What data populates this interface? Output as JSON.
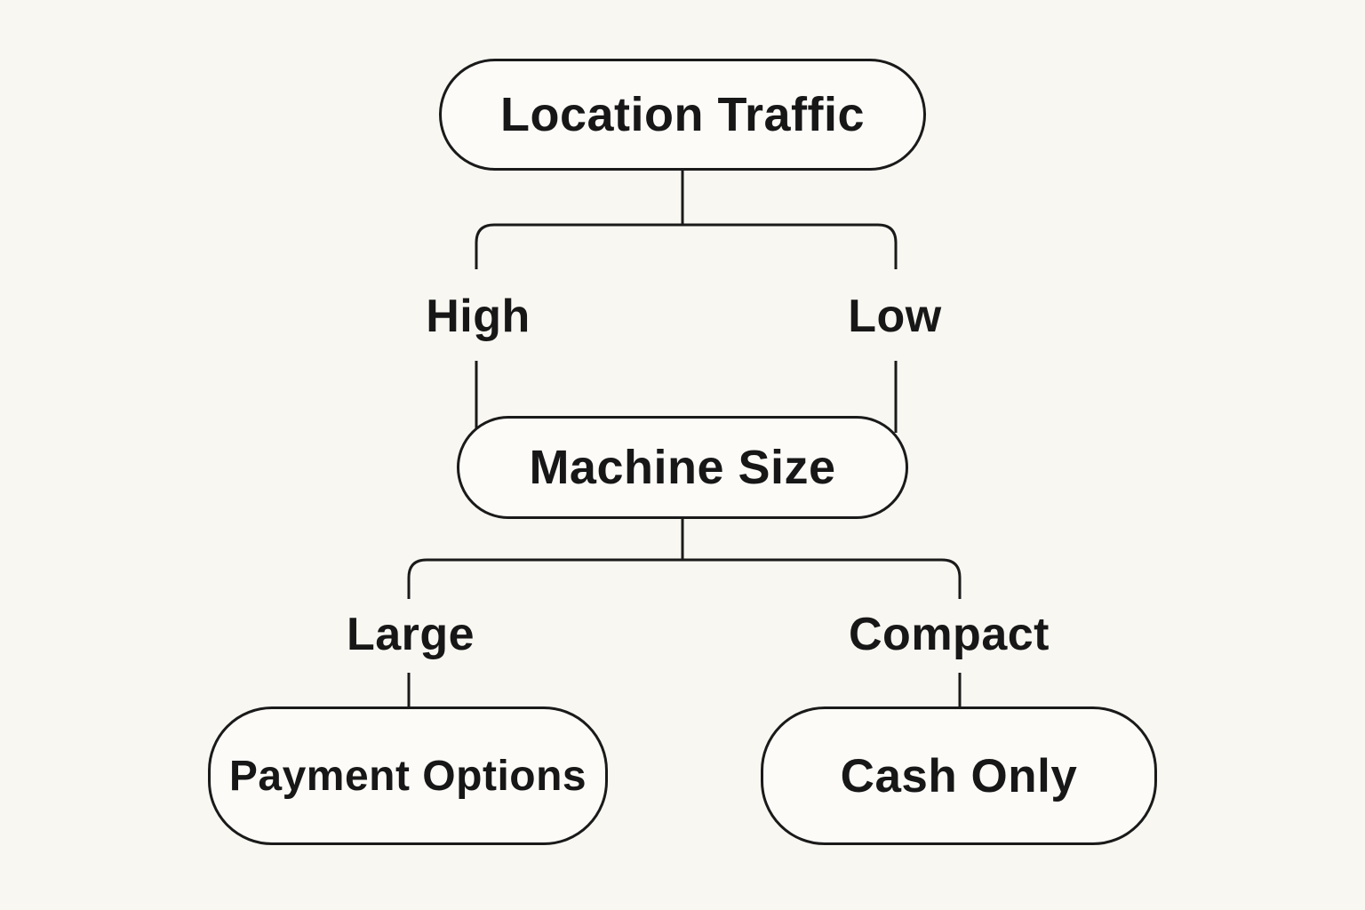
{
  "diagram": {
    "type": "decision-tree",
    "nodes": {
      "root": {
        "label": "Location Traffic"
      },
      "machine_size": {
        "label": "Machine Size"
      },
      "payment_options": {
        "label": "Payment Options"
      },
      "cash_only": {
        "label": "Cash Only"
      }
    },
    "branches": {
      "high": "High",
      "low": "Low",
      "large": "Large",
      "compact": "Compact"
    },
    "edges": [
      {
        "from": "root",
        "to": "machine_size",
        "label": "High"
      },
      {
        "from": "root",
        "to": "machine_size",
        "label": "Low"
      },
      {
        "from": "machine_size",
        "to": "payment_options",
        "label": "Large"
      },
      {
        "from": "machine_size",
        "to": "cash_only",
        "label": "Compact"
      }
    ]
  },
  "colors": {
    "background": "#f8f7f2",
    "node_fill": "#fcfbf8",
    "line": "#1a1a1a",
    "text": "#171717"
  }
}
